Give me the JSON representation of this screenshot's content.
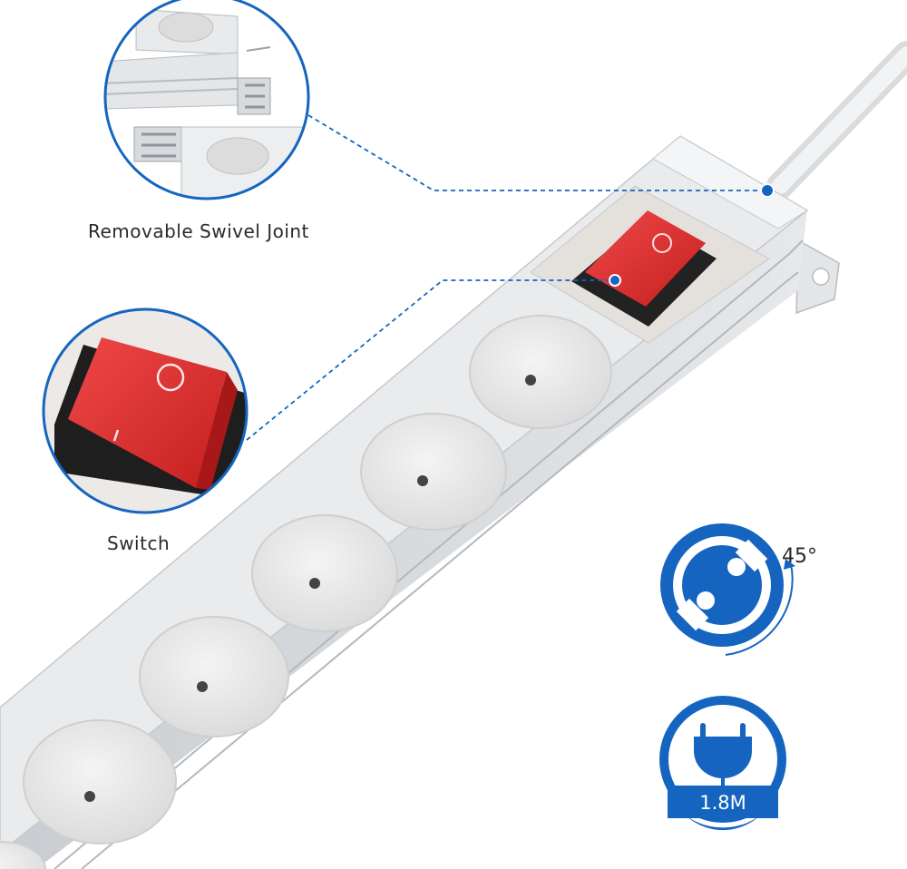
{
  "labels": {
    "swivel_joint": "Removable Swivel Joint",
    "switch": "Switch",
    "rotation": "45°",
    "cable_length": "1.8M"
  },
  "icons": [
    "schuko-socket-icon",
    "rotation-arrow-icon",
    "plug-cable-icon"
  ],
  "colors": {
    "brand_blue": "#1565C0",
    "switch_red": "#D62B2B",
    "housing_silver": "#D6D9DC",
    "socket_white": "#F2F2F2"
  },
  "product": {
    "sockets_visible": 6
  }
}
